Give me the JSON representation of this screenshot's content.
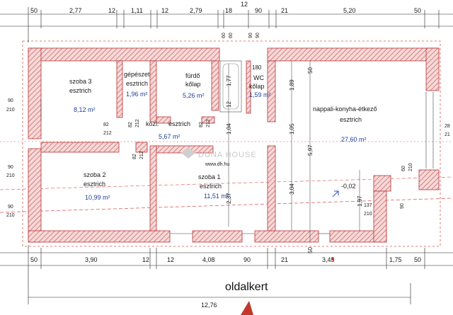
{
  "top_dims": [
    "50",
    "2,77",
    "12",
    "1,11",
    "12",
    "2,79",
    "18",
    "90",
    "21",
    "5,20",
    "50",
    "12"
  ],
  "bottom_dims": [
    "50",
    "3,90",
    "12",
    "4,08",
    "12",
    "90",
    "21",
    "3,45",
    "1,75",
    "50"
  ],
  "total_width": "12,76",
  "yard_label": "oldalkert",
  "rooms": [
    {
      "name": "szoba 3",
      "floor": "esztrich",
      "area": "8,12 m²"
    },
    {
      "name": "gépészet",
      "floor": "esztrich",
      "area": "1,96 m²"
    },
    {
      "name": "fürdő",
      "floor": "kőlap",
      "area": "5,26 m²"
    },
    {
      "name": "WC",
      "floor": "kőlap",
      "area": "1,59 m²"
    },
    {
      "name": "nappali-konyha-étkező",
      "floor": "esztrich",
      "area": "27,60 m²"
    },
    {
      "name": "közl.",
      "floor": "esztrich",
      "area": "5,67 m²"
    },
    {
      "name": "szoba 2",
      "floor": "esztrich",
      "area": "10,99 m²"
    },
    {
      "name": "szoba 1",
      "floor": "esztrich",
      "area": "11,51 m²"
    }
  ],
  "interior_dims": {
    "wc_door": "180",
    "v1": "1,77",
    "v2": "12",
    "v3": "1,04",
    "v4": "2,37",
    "v5": "1,89",
    "v6": "1,05",
    "v7": "3,04",
    "v8": "5,97",
    "v9": "1,97",
    "level": "-0,02",
    "v10": "50",
    "v11": "50",
    "n137": "137",
    "n210": "210",
    "n90": "90"
  },
  "side_left": [
    "90",
    "210",
    "90",
    "210",
    "90",
    "210"
  ],
  "side_right": [
    "28",
    "21"
  ],
  "door_labels": [
    "82",
    "212",
    "82",
    "212",
    "82",
    "212",
    "82",
    "212",
    "60",
    "60",
    "90",
    "90",
    "60",
    "210"
  ],
  "watermark": {
    "brand": "DUNA HOUSE",
    "url": "www.dh.hu"
  }
}
